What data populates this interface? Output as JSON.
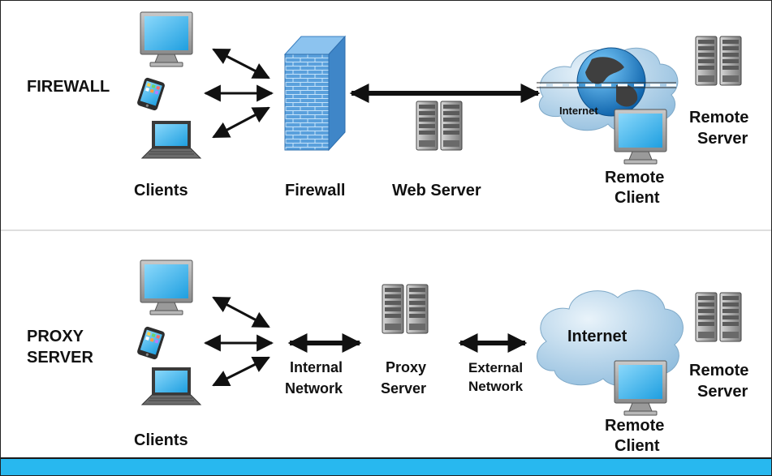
{
  "firewall_section": {
    "title": "FIREWALL",
    "clients_label": "Clients",
    "firewall_label": "Firewall",
    "web_server_label": "Web Server",
    "internet_label": "Internet",
    "remote_client_line1": "Remote",
    "remote_client_line2": "Client",
    "remote_server_line1": "Remote",
    "remote_server_line2": "Server"
  },
  "proxy_section": {
    "title_line1": "PROXY",
    "title_line2": "SERVER",
    "clients_label": "Clients",
    "internal_network_line1": "Internal",
    "internal_network_line2": "Network",
    "proxy_server_line1": "Proxy",
    "proxy_server_line2": "Server",
    "external_network_line1": "External",
    "external_network_line2": "Network",
    "internet_label": "Internet",
    "remote_client_line1": "Remote",
    "remote_client_line2": "Client",
    "remote_server_line1": "Remote",
    "remote_server_line2": "Server"
  },
  "colors": {
    "bottom_band": "#28b8ef",
    "brick_wall": "#5aa0dc",
    "cloud": "#bcd8ec",
    "screen": "#47b9ee"
  }
}
